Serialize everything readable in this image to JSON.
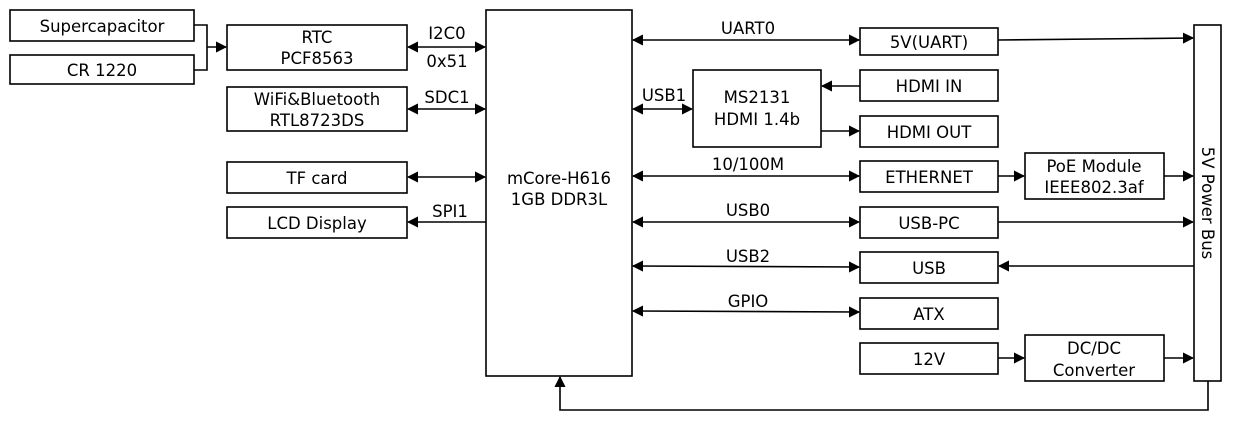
{
  "blocks": {
    "supercapacitor": "Supercapacitor",
    "cr1220": "CR 1220",
    "rtc": [
      "RTC",
      "PCF8563"
    ],
    "wifi": [
      "WiFi&Bluetooth",
      "RTL8723DS"
    ],
    "tf": "TF card",
    "lcd": "LCD Display",
    "core": [
      "mCore-H616",
      "1GB DDR3L"
    ],
    "uart5v": "5V(UART)",
    "ms2131": [
      "MS2131",
      "HDMI 1.4b"
    ],
    "hdmi_in": "HDMI IN",
    "hdmi_out": "HDMI OUT",
    "ethernet": "ETHERNET",
    "poe": [
      "PoE Module",
      "IEEE802.3af"
    ],
    "usb_pc": "USB-PC",
    "usb": "USB",
    "atx": "ATX",
    "v12": "12V",
    "dcdc": [
      "DC/DC",
      "Converter"
    ],
    "power_bus": "5V Power Bus"
  },
  "links": {
    "i2c0": "I2C0",
    "i2c_addr": "0x51",
    "sdc1": "SDC1",
    "spi1": "SPI1",
    "uart0": "UART0",
    "usb1": "USB1",
    "eth": "10/100M",
    "usb0": "USB0",
    "usb2": "USB2",
    "gpio": "GPIO"
  }
}
